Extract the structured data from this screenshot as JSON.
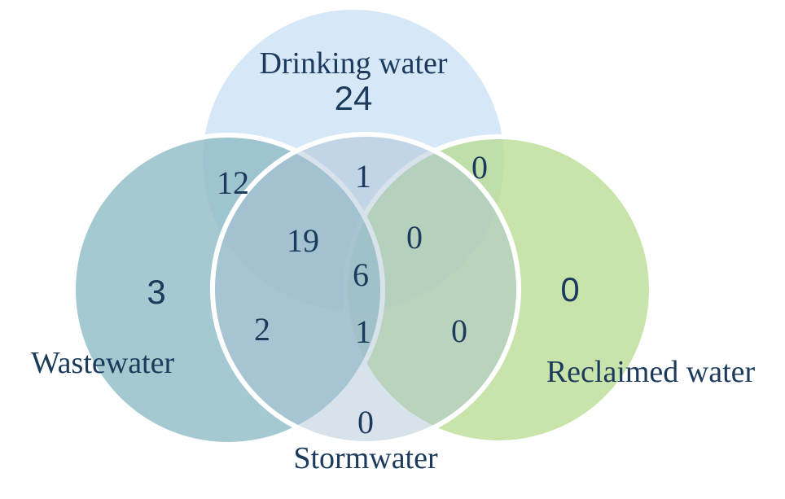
{
  "sets": {
    "drinking": {
      "label": "Drinking water",
      "only": "24",
      "color": "#cfe3f7"
    },
    "wastewater": {
      "label": "Wastewater",
      "only": "3",
      "color": "#8fbcc4"
    },
    "reclaimed": {
      "label": "Reclaimed water",
      "only": "0",
      "color": "#b9dd94"
    },
    "stormwater": {
      "label": "Stormwater",
      "only": "0",
      "color": "#a9bfd2"
    }
  },
  "overlaps": {
    "drinking_wastewater": "12",
    "drinking_stormwater": "1",
    "drinking_reclaimed": "0",
    "drinking_wastewater_stormwater": "19",
    "drinking_stormwater_reclaimed": "0",
    "all_four": "6",
    "wastewater_stormwater": "2",
    "wastewater_stormwater_reclaimed": "1",
    "stormwater_reclaimed": "0"
  },
  "colors": {
    "text": "#1b3a5c",
    "outline": "#ffffff"
  }
}
